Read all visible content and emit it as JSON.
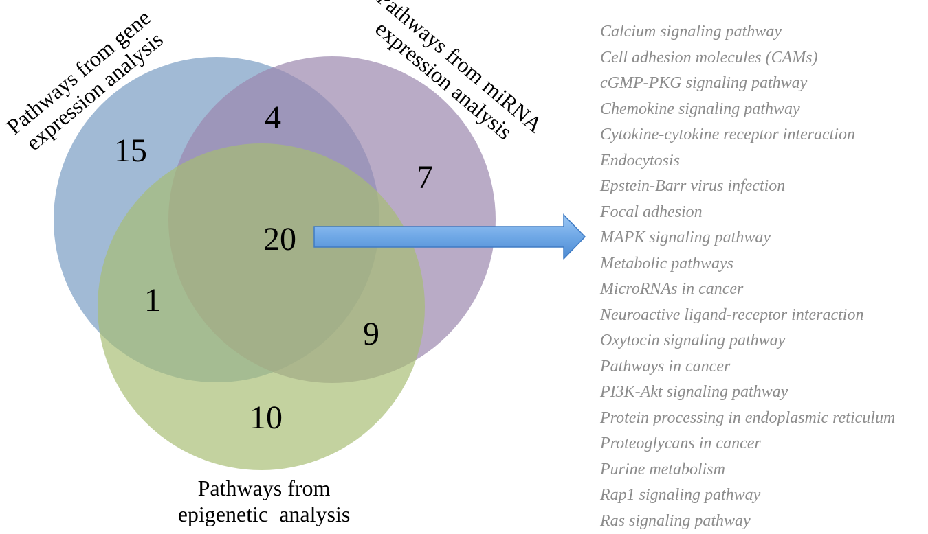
{
  "venn": {
    "sets": [
      {
        "label_lines": [
          "Pathways from gene",
          "expression analysis"
        ],
        "color": "#6f95bf"
      },
      {
        "label_lines": [
          "Pathways from miRNA",
          "expression analysis"
        ],
        "color": "#9b87ae"
      },
      {
        "label_lines": [
          "Pathways from",
          "epigenetic  analysis"
        ],
        "color": "#a6bd72"
      }
    ],
    "regions": {
      "gene_only": "15",
      "gene_mirna": "4",
      "mirna_only": "7",
      "all_three": "20",
      "gene_epigenetic": "1",
      "mirna_epigenetic": "9",
      "epigenetic_only": "10"
    },
    "arrow_color": "#6fa8e6"
  },
  "shared_pathways": [
    "Calcium signaling pathway",
    "Cell adhesion molecules (CAMs)",
    "cGMP-PKG signaling pathway",
    "Chemokine signaling pathway",
    "Cytokine-cytokine receptor interaction",
    "Endocytosis",
    "Epstein-Barr virus infection",
    "Focal adhesion",
    "MAPK signaling pathway",
    "Metabolic pathways",
    "MicroRNAs in cancer",
    "Neuroactive ligand-receptor interaction",
    "Oxytocin signaling pathway",
    "Pathways in cancer",
    "PI3K-Akt signaling pathway",
    "Protein processing in endoplasmic reticulum",
    "Proteoglycans in cancer",
    "Purine metabolism",
    "Rap1 signaling pathway",
    "Ras signaling pathway"
  ]
}
